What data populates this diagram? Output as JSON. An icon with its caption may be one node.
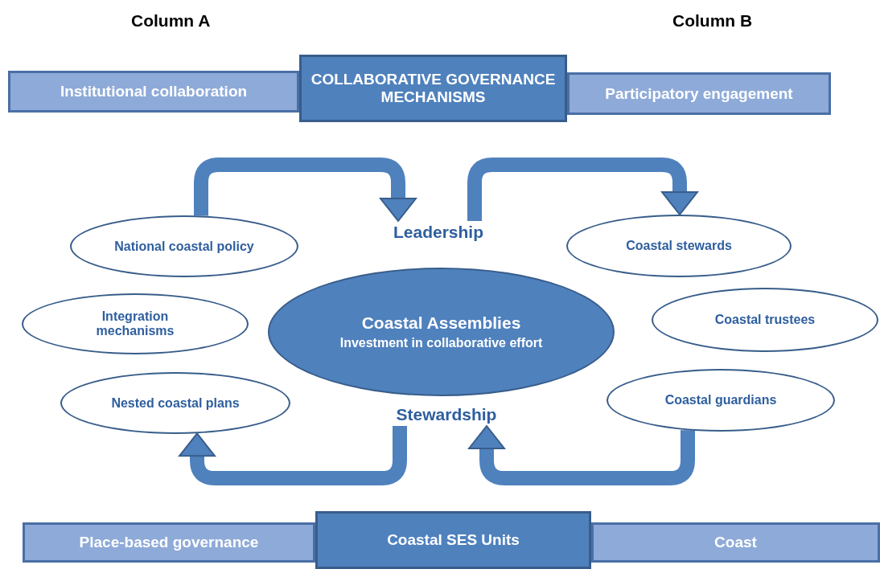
{
  "diagram": {
    "nodes": [
      {
        "text": [
          "Institutional collaboration"
        ]
      },
      {
        "text": [
          "COLLABORATIVE GOVERNANCE MECHANISMS"
        ]
      },
      {
        "text": [
          "Participatory engagement"
        ]
      },
      {
        "text": [
          "National coastal policy"
        ]
      },
      {
        "text": [
          "Integration mechanisms"
        ]
      },
      {
        "text": [
          "Nested coastal plans"
        ]
      },
      {
        "text": [
          "Coastal Assemblies",
          "Investment in collaborative effort"
        ]
      },
      {
        "text": [
          "Coastal stewards"
        ]
      },
      {
        "text": [
          "Coastal trustees"
        ]
      },
      {
        "text": [
          "Coastal guardians"
        ]
      },
      {
        "text": [
          "Place-based governance"
        ]
      },
      {
        "text": [
          "Coastal SES Units"
        ]
      },
      {
        "text": [
          "Coast"
        ]
      },
      {
        "text": [
          "Leadership"
        ]
      },
      {
        "text": [
          "Stewardship"
        ]
      }
    ],
    "edges": [
      {
        "from": 3,
        "to": 13,
        "arrow": "to"
      },
      {
        "from": 13,
        "to": 7,
        "arrow": "to"
      },
      {
        "from": 9,
        "to": 14,
        "arrow": "to"
      },
      {
        "from": 14,
        "to": 5,
        "arrow": "to"
      }
    ],
    "labels": [
      "Column A",
      "Column B"
    ]
  }
}
